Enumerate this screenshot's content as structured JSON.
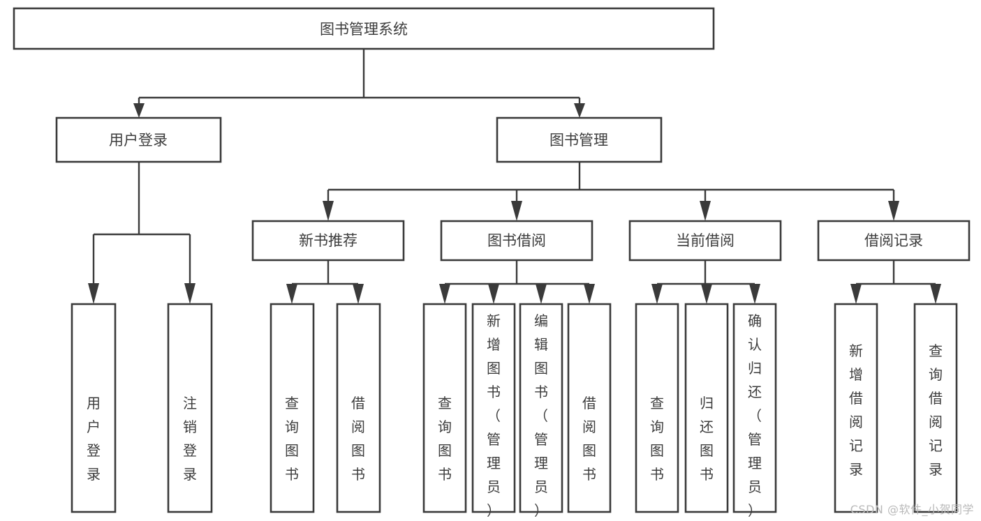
{
  "diagram": {
    "type": "tree",
    "title": "图书管理系统",
    "watermark": "CSDN @软件_小贺同学",
    "colors": {
      "stroke": "#3a3a3a",
      "text": "#3c3c3c",
      "background": "#ffffff",
      "watermark": "#b9b9b9"
    },
    "root": {
      "id": "root",
      "label": "图书管理系统",
      "orientation": "horizontal"
    },
    "level2": [
      {
        "id": "user-login",
        "label": "用户登录",
        "orientation": "horizontal"
      },
      {
        "id": "book-management",
        "label": "图书管理",
        "orientation": "horizontal"
      }
    ],
    "level3": [
      {
        "id": "new-book-recommend",
        "label": "新书推荐",
        "parent": "book-management",
        "orientation": "horizontal"
      },
      {
        "id": "book-borrow",
        "label": "图书借阅",
        "parent": "book-management",
        "orientation": "horizontal"
      },
      {
        "id": "current-borrow",
        "label": "当前借阅",
        "parent": "book-management",
        "orientation": "horizontal"
      },
      {
        "id": "borrow-record",
        "label": "借阅记录",
        "parent": "book-management",
        "orientation": "horizontal"
      }
    ],
    "leaves": [
      {
        "id": "leaf-user-login",
        "label": "用户登录",
        "parent": "user-login",
        "orientation": "vertical"
      },
      {
        "id": "leaf-user-logout",
        "label": "注销登录",
        "parent": "user-login",
        "orientation": "vertical"
      },
      {
        "id": "leaf-query-book-1",
        "label": "查询图书",
        "parent": "new-book-recommend",
        "orientation": "vertical"
      },
      {
        "id": "leaf-borrow-book-1",
        "label": "借阅图书",
        "parent": "new-book-recommend",
        "orientation": "vertical"
      },
      {
        "id": "leaf-query-book-2",
        "label": "查询图书",
        "parent": "book-borrow",
        "orientation": "vertical"
      },
      {
        "id": "leaf-add-book",
        "label": "新增图书（管理员）",
        "parent": "book-borrow",
        "orientation": "vertical"
      },
      {
        "id": "leaf-edit-book",
        "label": "编辑图书（管理员）",
        "parent": "book-borrow",
        "orientation": "vertical"
      },
      {
        "id": "leaf-borrow-book-2",
        "label": "借阅图书",
        "parent": "book-borrow",
        "orientation": "vertical"
      },
      {
        "id": "leaf-query-book-3",
        "label": "查询图书",
        "parent": "current-borrow",
        "orientation": "vertical"
      },
      {
        "id": "leaf-return-book",
        "label": "归还图书",
        "parent": "current-borrow",
        "orientation": "vertical"
      },
      {
        "id": "leaf-confirm-return",
        "label": "确认归还（管理员）",
        "parent": "current-borrow",
        "orientation": "vertical"
      },
      {
        "id": "leaf-add-record",
        "label": "新增借阅记录",
        "parent": "borrow-record",
        "orientation": "vertical"
      },
      {
        "id": "leaf-query-record",
        "label": "查询借阅记录",
        "parent": "borrow-record",
        "orientation": "vertical"
      }
    ]
  }
}
